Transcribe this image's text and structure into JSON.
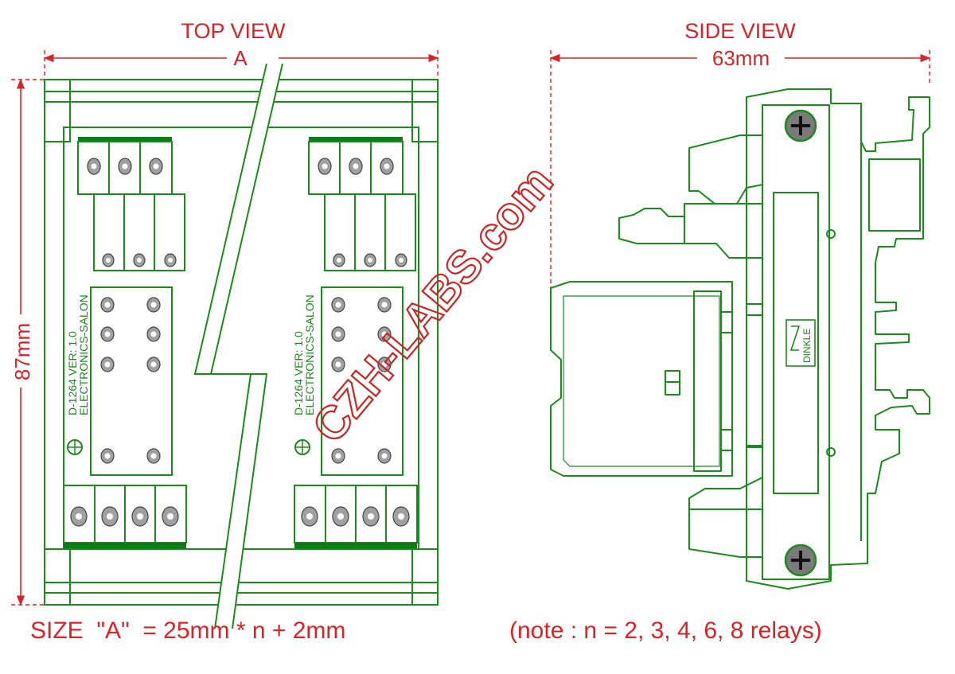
{
  "top_view": {
    "title": "TOP VIEW",
    "width_label": "A",
    "height_label": "87mm",
    "left_module": {
      "board_text": "D-1264  VER: 1.0",
      "board_text_2": "ELECTRONICS-SALON"
    },
    "right_module": {
      "board_text": "D-1264  VER: 1.0",
      "board_text_2": "ELECTRONICS-SALON"
    }
  },
  "side_view": {
    "title": "SIDE VIEW",
    "width_label": "63mm",
    "brand_label": "DINKLE"
  },
  "footer": {
    "size_formula": "SIZE  \"A\"  = 25mm * n + 2mm",
    "note": "(note : n = 2, 3, 4, 6, 8 relays)"
  },
  "watermark": "CZH-LABS.com",
  "colors": {
    "outline": "#1c8a1c",
    "dimension": "#d6242a",
    "terminal": "#a0a0a0",
    "header": "#0f7a18"
  }
}
